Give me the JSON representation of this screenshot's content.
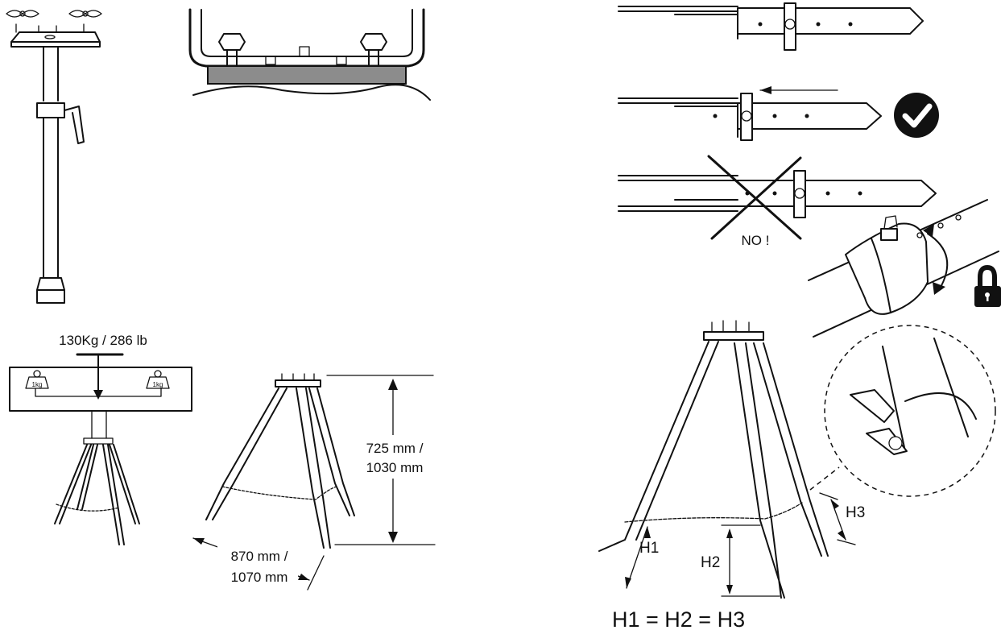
{
  "load_label": "130Kg / 286 lb",
  "weight_labels": [
    "1kg",
    "1kg"
  ],
  "height_label": [
    "725 mm /",
    "1030 mm"
  ],
  "width_label": [
    "870 mm /",
    "1070 mm"
  ],
  "no_label": "NO !",
  "h_labels": [
    "H1",
    "H2",
    "H3"
  ],
  "equation": "H1 = H2 = H3",
  "colors": {
    "ink": "#111111",
    "paper": "#ffffff",
    "tray_gray": "#8c8c8c"
  },
  "icons": [
    "check-circle-icon",
    "padlock-icon",
    "wing-nut-icon"
  ]
}
